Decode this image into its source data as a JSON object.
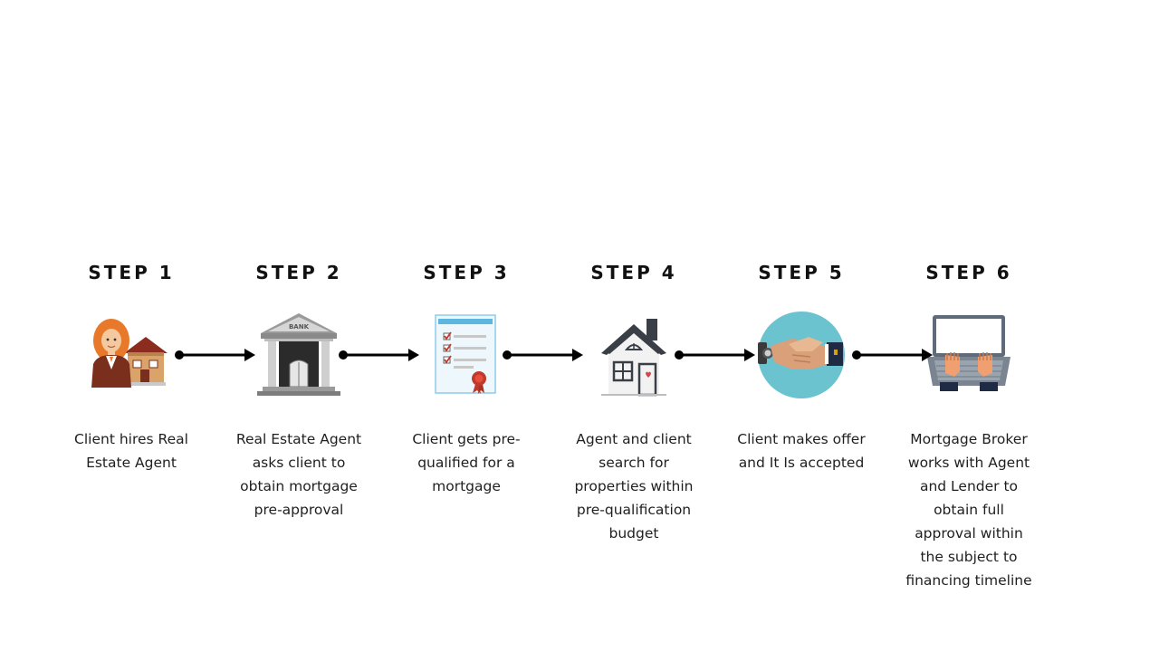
{
  "steps": [
    {
      "title": "STEP 1",
      "icon": "real-estate-agent-icon",
      "description": "Client hires Real\nEstate Agent"
    },
    {
      "title": "STEP 2",
      "icon": "bank-icon",
      "icon_label": "BANK",
      "description": "Real Estate Agent\nasks client to\nobtain mortgage\npre-approval"
    },
    {
      "title": "STEP 3",
      "icon": "certificate-document-icon",
      "description": "Client gets pre-\nqualified for a\nmortgage"
    },
    {
      "title": "STEP 4",
      "icon": "house-icon",
      "description": "Agent and client\nsearch for\nproperties within\npre-qualification\nbudget"
    },
    {
      "title": "STEP 5",
      "icon": "handshake-icon",
      "description": "Client makes offer\nand It Is accepted"
    },
    {
      "title": "STEP 6",
      "icon": "laptop-typing-icon",
      "description": "Mortgage Broker\nworks with Agent\nand Lender to\nobtain full\napproval within\nthe subject to\nfinancing timeline"
    }
  ],
  "colors": {
    "text": "#1a1a1a",
    "arrow": "#000000",
    "agent_hair": "#e8792a",
    "agent_suit": "#7a2e1c",
    "house_roof": "#8b2c1e",
    "bank_gray": "#9a9a9a",
    "document_blue": "#5bb6e0",
    "check_red": "#c0392b",
    "handshake_circle": "#6cc3d0",
    "hand_skin": "#d9a07a",
    "laptop_gray": "#5f6b78"
  }
}
